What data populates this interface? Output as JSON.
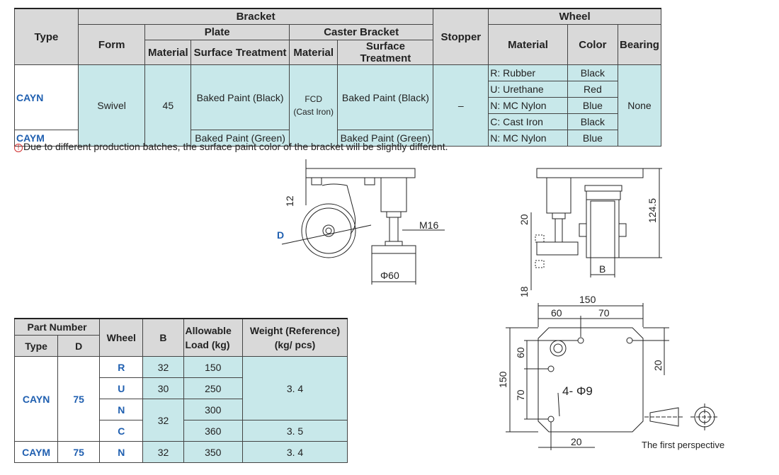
{
  "spec_table": {
    "headers": {
      "type": "Type",
      "bracket": "Bracket",
      "form": "Form",
      "plate": "Plate",
      "caster_bracket": "Caster Bracket",
      "material": "Material",
      "surface_treatment": "Surface Treatment",
      "stopper": "Stopper",
      "wheel": "Wheel",
      "wheel_material": "Material",
      "color": "Color",
      "bearing": "Bearing"
    },
    "type_cayn": "CAYN",
    "type_caym": "CAYM",
    "form": "Swivel",
    "plate_material": "45",
    "plate_surface_cayn": "Baked Paint (Black)",
    "plate_surface_caym": "Baked Paint (Green)",
    "caster_material_1": "FCD",
    "caster_material_2": "(Cast Iron)",
    "caster_surface_cayn": "Baked Paint (Black)",
    "caster_surface_caym": "Baked Paint (Green)",
    "stopper": "–",
    "wheel_rows": [
      {
        "material": "R:  Rubber",
        "color": "Black"
      },
      {
        "material": "U: Urethane",
        "color": "Red"
      },
      {
        "material": "N: MC Nylon",
        "color": "Blue"
      },
      {
        "material": "C: Cast Iron",
        "color": "Black"
      },
      {
        "material": "N: MC Nylon",
        "color": "Blue"
      }
    ],
    "bearing": "None"
  },
  "note": "Due to different production batches, the surface paint color of the bracket will be slightly different.",
  "drawings": {
    "side": {
      "dim_12": "12",
      "label_d": "D",
      "thread": "M16",
      "dia": "Φ60"
    },
    "front": {
      "dim_20": "20",
      "dim_18": "18",
      "dim_124_5": "124.5",
      "label_b": "B"
    },
    "plate": {
      "w150": "150",
      "d60": "60",
      "d70": "70",
      "h150": "150",
      "h60": "60",
      "h70": "70",
      "r20": "20",
      "b20": "20",
      "holes": "4- Φ9"
    },
    "perspective": "The first perspective"
  },
  "parts_table": {
    "headers": {
      "part_number": "Part Number",
      "type": "Type",
      "d": "D",
      "wheel": "Wheel",
      "b": "B",
      "load_1": "Allowable",
      "load_2": "Load (kg)",
      "weight_1": "Weight (Reference)",
      "weight_2": "(kg/ pcs)"
    },
    "cayn": "CAYN",
    "cayn_d": "75",
    "caym": "CAYM",
    "caym_d": "75",
    "rows": [
      {
        "wheel": "R",
        "b": "32",
        "load": "150"
      },
      {
        "wheel": "U",
        "b": "30",
        "load": "250"
      },
      {
        "wheel": "N",
        "b": "32",
        "load": "300"
      },
      {
        "wheel": "C",
        "b": "",
        "load": "360"
      },
      {
        "wheel": "N",
        "b": "32",
        "load": "350"
      }
    ],
    "weight_cayn_1": "3. 4",
    "weight_cayn_2": "3. 5",
    "weight_caym": "3. 4"
  }
}
